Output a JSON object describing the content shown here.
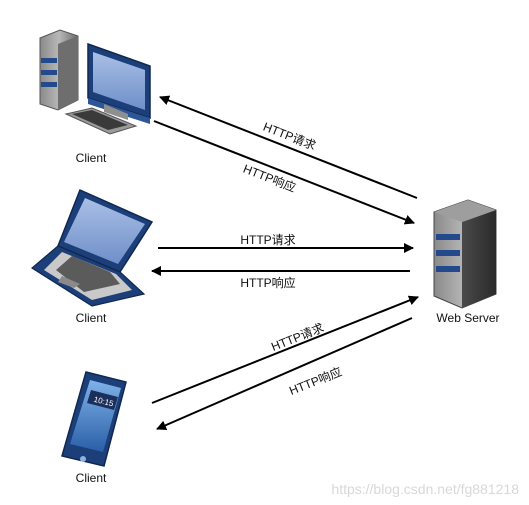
{
  "clients": [
    {
      "label": "Client"
    },
    {
      "label": "Client"
    },
    {
      "label": "Client"
    }
  ],
  "server": {
    "label": "Web Server"
  },
  "connections": {
    "desktop": {
      "request": "HTTP请求",
      "response": "HTTP响应"
    },
    "laptop": {
      "request": "HTTP请求",
      "response": "HTTP响应"
    },
    "phone": {
      "request": "HTTP请求",
      "response": "HTTP响应"
    }
  },
  "phone_screen": {
    "time": "10:15"
  },
  "watermark": "https://blog.csdn.net/fg881218",
  "colors": {
    "arrow": "#000000",
    "device_blue": "#1c3f7a",
    "server_gray": "#5a5a5a"
  }
}
